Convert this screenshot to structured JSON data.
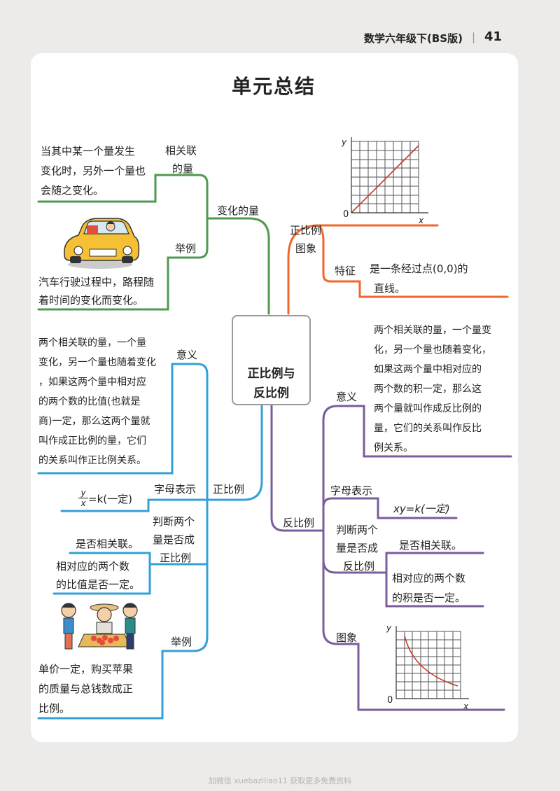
{
  "header": {
    "book": "数学六年级下(BS版)",
    "separator": "|",
    "page": "41"
  },
  "title": "单元总结",
  "center": {
    "line1": "正比例与",
    "line2": "反比例"
  },
  "left_top": {
    "related_label_1": "相关联",
    "related_label_2": "的量",
    "related_text": [
      "当其中某一个量发生",
      "变化时，另外一个量也",
      "会随之变化。"
    ],
    "change_label": "变化的量",
    "example_label": "举例",
    "example_text": [
      "汽车行驶过程中，路程随",
      "着时间的变化而变化。"
    ]
  },
  "left_bottom": {
    "meaning_label": "意义",
    "meaning_text": [
      "两个相关联的量，一个量",
      "变化，另一个量也随着变化",
      "，如果这两个量中相对应",
      "的两个数的比值(也就是",
      "商)一定，那么这两个量就",
      "叫作成正比例的量，它们",
      "的关系叫作正比例关系。"
    ],
    "letter_label": "字母表示",
    "formula_num": "y",
    "formula_den": "x",
    "formula_rest": "=k(一定)",
    "judge_label": [
      "判断两个",
      "量是否成",
      "正比例"
    ],
    "judge_1": "是否相关联。",
    "judge_2": [
      "相对应的两个数",
      "的比值是否一定。"
    ],
    "proportional_label": "正比例",
    "example_label": "举例",
    "example_text": [
      "单价一定，购买苹果",
      "的质量与总钱数成正",
      "比例。"
    ]
  },
  "right_top": {
    "graph_label_1": "正比例",
    "graph_label_2": "图象",
    "feature_label": "特征",
    "feature_text": [
      "是一条经过点(0,0)的",
      "直线。"
    ],
    "axis_y": "y",
    "axis_x": "x",
    "origin": "0"
  },
  "right_bottom": {
    "meaning_label": "意义",
    "meaning_text": [
      "两个相关联的量，一个量变",
      "化，另一个量也随着变化，",
      "如果这两个量中相对应的",
      "两个数的积一定，那么这",
      "两个量就叫作成反比例的",
      "量，它们的关系叫作反比",
      "例关系。"
    ],
    "inverse_label": "反比例",
    "letter_label": "字母表示",
    "formula": "xy=k(一定)",
    "judge_label": [
      "判断两个",
      "量是否成",
      "反比例"
    ],
    "judge_1": "是否相关联。",
    "judge_2": [
      "相对应的两个数",
      "的积是否一定。"
    ],
    "graph_label": "图象",
    "axis_y": "y",
    "axis_x": "x",
    "origin": "0"
  },
  "footer": "加微信 xuebaziliao11 获取更多免费资料",
  "colors": {
    "green": "#4e9a4f",
    "orange": "#f0672a",
    "blue": "#33a0d8",
    "purple": "#7a5d9a",
    "grid": "#555555",
    "curve": "#c0392b"
  }
}
